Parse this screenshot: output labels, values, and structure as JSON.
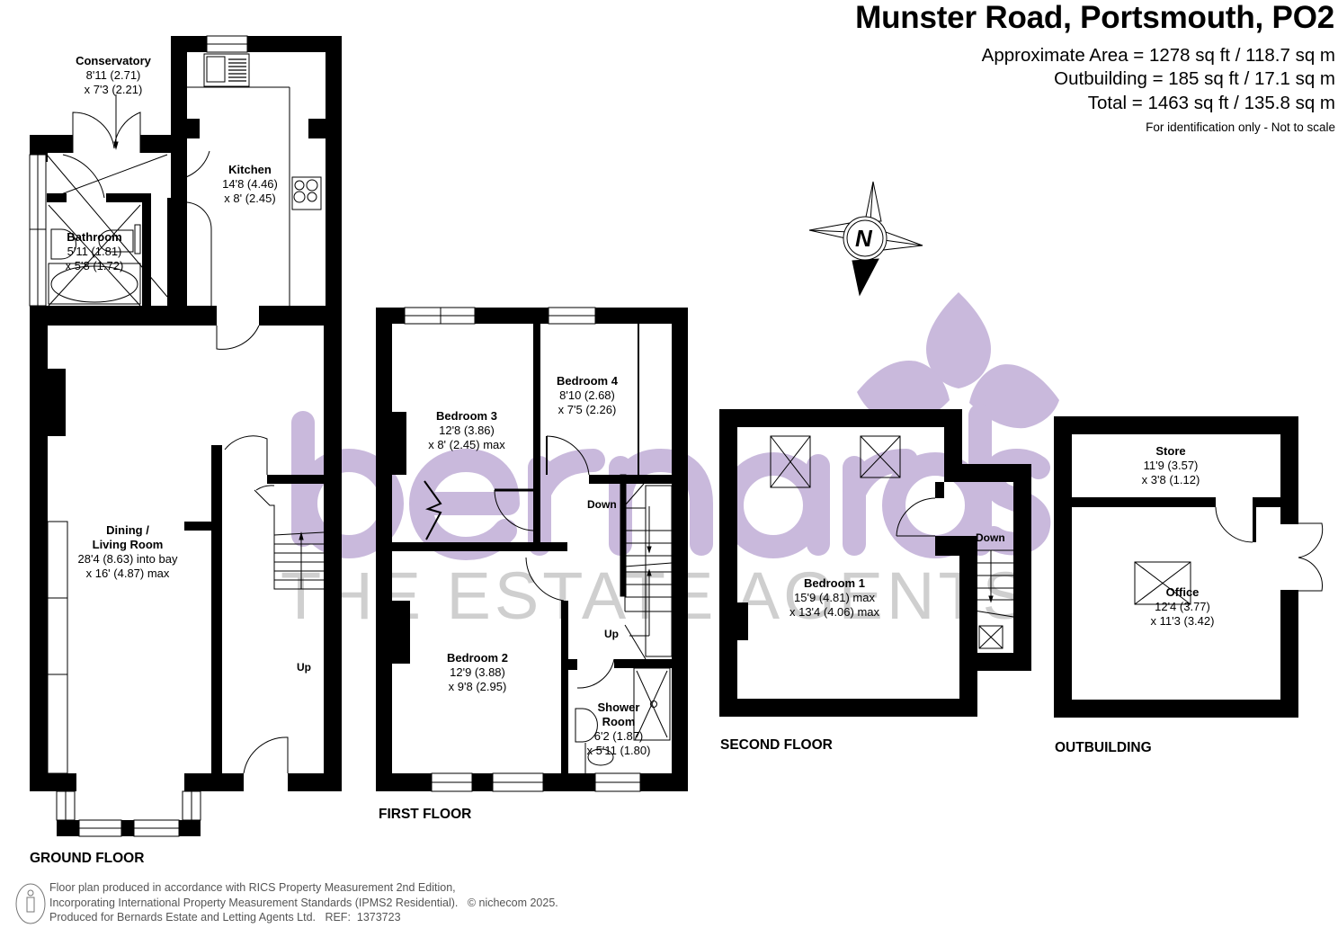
{
  "header": {
    "title": "Munster Road, Portsmouth, PO2",
    "area_lines": [
      "Approximate Area = 1278 sq ft / 118.7 sq m",
      "Outbuilding = 185 sq ft / 17.1 sq m",
      "Total = 1463 sq ft / 135.8 sq m"
    ],
    "disclaimer": "For identification only - Not to scale"
  },
  "compass": {
    "label": "N",
    "icon": "north-compass-icon"
  },
  "watermark": {
    "brand": "bernards",
    "tagline": "THE ESTATE AGENTS",
    "color": "#c9b9dc",
    "tagline_color": "#cfcfcf"
  },
  "floors": {
    "ground": {
      "label": "GROUND FLOOR",
      "stairs": "Up",
      "rooms": [
        {
          "name": "Conservatory",
          "dim1": "8'11 (2.71)",
          "dim2": "x 7'3 (2.21)"
        },
        {
          "name": "Kitchen",
          "dim1": "14'8 (4.46)",
          "dim2": "x 8' (2.45)"
        },
        {
          "name": "Bathroom",
          "dim1": "5'11 (1.81)",
          "dim2": "x 5'8 (1.72)"
        },
        {
          "name": "Dining /",
          "name2": "Living Room",
          "dim1": "28'4 (8.63) into bay",
          "dim2": "x 16' (4.87) max"
        }
      ]
    },
    "first": {
      "label": "FIRST FLOOR",
      "stairs_down": "Down",
      "stairs_up": "Up",
      "rooms": [
        {
          "name": "Bedroom 3",
          "dim1": "12'8 (3.86)",
          "dim2": "x 8' (2.45) max"
        },
        {
          "name": "Bedroom 4",
          "dim1": "8'10 (2.68)",
          "dim2": "x 7'5 (2.26)"
        },
        {
          "name": "Bedroom 2",
          "dim1": "12'9 (3.88)",
          "dim2": "x 9'8 (2.95)"
        },
        {
          "name": "Shower",
          "name2": "Room",
          "dim1": "6'2 (1.87)",
          "dim2": "x 5'11 (1.80)"
        }
      ]
    },
    "second": {
      "label": "SECOND FLOOR",
      "stairs_down": "Down",
      "rooms": [
        {
          "name": "Bedroom 1",
          "dim1": "15'9 (4.81) max",
          "dim2": "x 13'4 (4.06) max"
        }
      ]
    },
    "outbuilding": {
      "label": "OUTBUILDING",
      "rooms": [
        {
          "name": "Store",
          "dim1": "11'9 (3.57)",
          "dim2": "x 3'8 (1.12)"
        },
        {
          "name": "Office",
          "dim1": "12'4 (3.77)",
          "dim2": "x 11'3 (3.42)"
        }
      ]
    }
  },
  "footer": {
    "lines": [
      "Floor plan produced in accordance with RICS Property Measurement 2nd Edition,",
      "Incorporating International Property Measurement Standards (IPMS2 Residential).   © nichecom 2025.",
      "Produced for Bernards Estate and Letting Agents Ltd.   REF:  1373723"
    ]
  }
}
